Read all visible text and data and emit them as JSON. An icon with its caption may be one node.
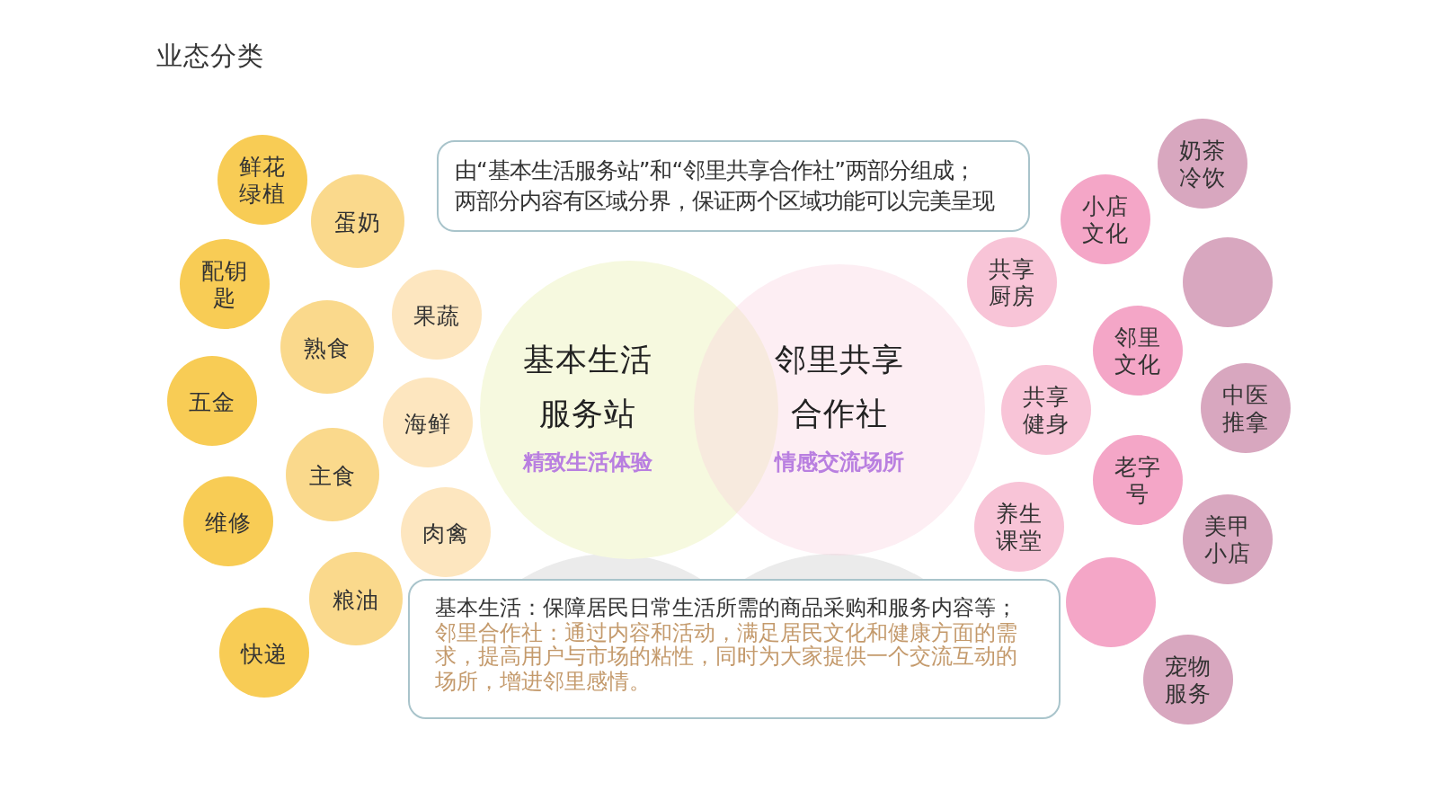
{
  "diagram": {
    "title": "业态分类",
    "nodes": [
      {
        "text": [
          "由“基本生活服务站”和“邻里共享合作社”两部分组成；",
          "两部分内容有区域分界，保证两个区域功能可以完美呈现"
        ]
      },
      {
        "text": [
          "基本生活服务站",
          "精致生活体验"
        ]
      },
      {
        "text": [
          "邻里共享合作社",
          "情感交流场所"
        ]
      },
      {
        "text": [],
        "shape": "circle"
      },
      {
        "text": [],
        "shape": "circle"
      },
      {
        "text": [
          "基本生活：保障居民日常生活所需的商品采购和服务内容等；",
          "邻里合作社：通过内容和活动，满足居民文化和健康方面的需求，提高用户与市场的粘性，同时为大家提供一个交流互动的场所，增进邻里感情。"
        ]
      },
      {
        "text": [
          "鲜花绿植"
        ]
      },
      {
        "text": [
          "配钥匙"
        ]
      },
      {
        "text": [
          "五金"
        ]
      },
      {
        "text": [
          "维修"
        ]
      },
      {
        "text": [
          "快递"
        ]
      },
      {
        "text": [
          "蛋奶"
        ]
      },
      {
        "text": [
          "熟食"
        ]
      },
      {
        "text": [
          "主食"
        ]
      },
      {
        "text": [
          "粮油"
        ]
      },
      {
        "text": [
          "果蔬"
        ]
      },
      {
        "text": [
          "海鲜"
        ]
      },
      {
        "text": [
          "肉禽"
        ]
      },
      {
        "text": [
          "共享厨房"
        ]
      },
      {
        "text": [
          "共享健身"
        ]
      },
      {
        "text": [
          "养生课堂"
        ]
      },
      {
        "text": [
          "小店文化"
        ]
      },
      {
        "text": [
          "邻里文化"
        ]
      },
      {
        "text": [
          "老字号"
        ]
      },
      {
        "text": [],
        "shape": "circle"
      },
      {
        "text": [
          "奶茶冷饮"
        ]
      },
      {
        "text": [],
        "shape": "circle"
      },
      {
        "text": [
          "中医推拿"
        ]
      },
      {
        "text": [
          "美甲小店"
        ]
      },
      {
        "text": [
          "宠物服务"
        ]
      }
    ]
  }
}
